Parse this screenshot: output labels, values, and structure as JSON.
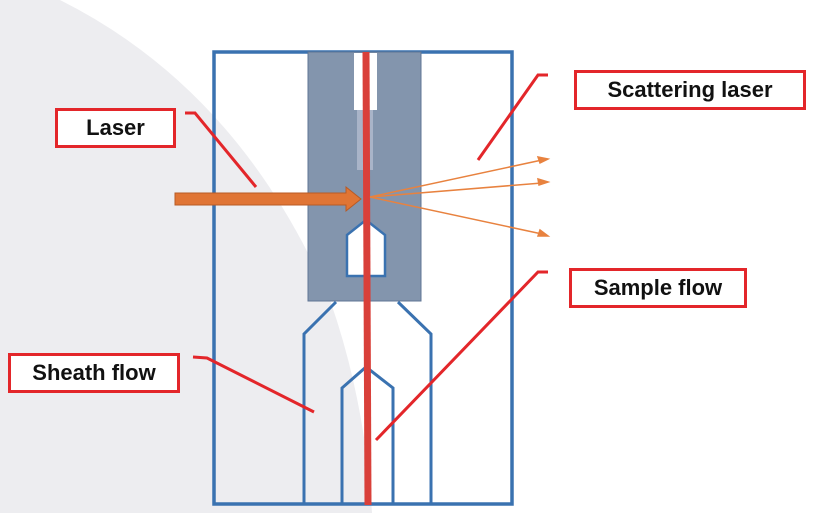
{
  "labels": {
    "laser": "Laser",
    "scattering_laser": "Scattering laser",
    "sample_flow": "Sample flow",
    "sheath_flow": "Sheath flow"
  },
  "colors": {
    "frame": "#3a72b0",
    "chamber": "#8395ad",
    "sample_stream": "#d9403a",
    "laser": "#e07535",
    "callout": "#e3262a"
  }
}
